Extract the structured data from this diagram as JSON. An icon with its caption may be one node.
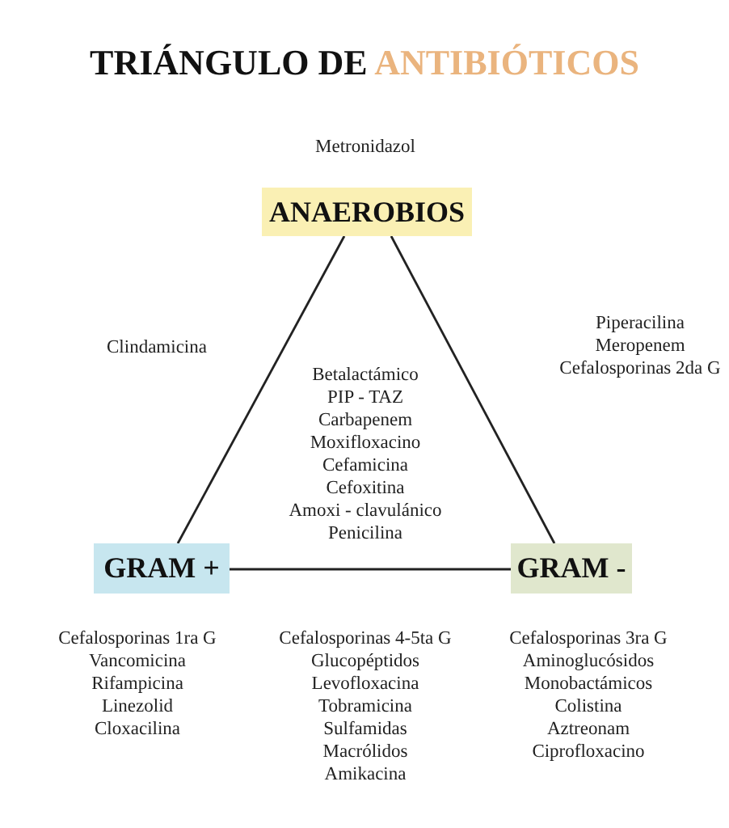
{
  "diagram": {
    "title": "TRIÁNGULO DE *ANTIBIÓTICOS*",
    "nodes": [
      {
        "text": [
          "ANAEROBIOS"
        ]
      },
      {
        "text": [
          "GRAM +"
        ]
      },
      {
        "text": [
          "GRAM -"
        ]
      }
    ],
    "edges": [
      {
        "from": 0,
        "to": 1,
        "arrow": "none"
      },
      {
        "from": 0,
        "to": 2,
        "arrow": "none"
      },
      {
        "from": 1,
        "to": 2,
        "arrow": "none"
      }
    ],
    "labels": [
      "Metronidazol",
      "Clindamicina",
      "Piperacilina",
      "Meropenem",
      "Cefalosporinas 2da G",
      "Betalactámico",
      "PIP - TAZ",
      "Carbapenem",
      "Moxifloxacino",
      "Cefamicina",
      "Cefoxitina",
      "Amoxi - clavulánico",
      "Penicilina",
      "Cefalosporinas 1ra G",
      "Vancomicina",
      "Rifampicina",
      "Linezolid",
      "Cloxacilina",
      "Cefalosporinas 4-5ta G",
      "Glucopéptidos",
      "Levofloxacina",
      "Tobramicina",
      "Sulfamidas",
      "Macrólidos",
      "Amikacina",
      "Cefalosporinas 3ra G",
      "Aminoglucósidos",
      "Monobactámicos",
      "Colistina",
      "Aztreonam",
      "Ciprofloxacino"
    ]
  }
}
